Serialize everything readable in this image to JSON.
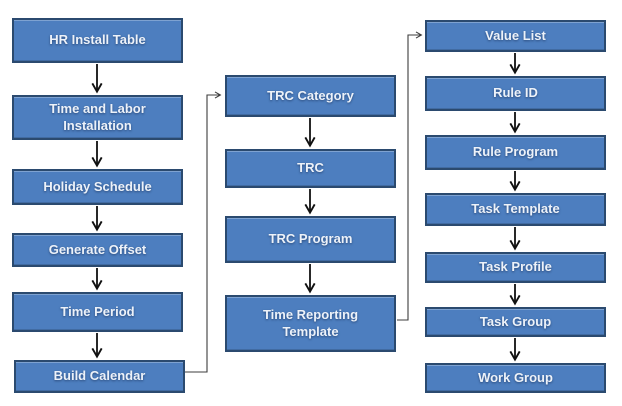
{
  "diagram": {
    "type": "flowchart",
    "flow": "top-to-bottom within each column; Build Calendar feeds TRC Category; Time Reporting Template feeds Value List",
    "flowchart": {
      "column1": [
        "HR Install Table",
        "Time and Labor\nInstallation",
        "Holiday Schedule",
        "Generate Offset",
        "Time Period",
        "Build Calendar"
      ],
      "column2": [
        "TRC Category",
        "TRC",
        "TRC Program",
        "Time Reporting\nTemplate"
      ],
      "column3": [
        "Value List",
        "Rule ID",
        "Rule Program",
        "Task Template",
        "Task Profile",
        "Task Group",
        "Work Group"
      ]
    },
    "cross_links": [
      {
        "from": "Build Calendar",
        "to": "TRC Category"
      },
      {
        "from": "Time Reporting Template",
        "to": "Value List"
      }
    ]
  },
  "colors": {
    "background": "#ffffff",
    "box_fill": "#4d7ebf",
    "box_border": "#2b4a6f",
    "text": "#edf2f9",
    "arrow": "#111111",
    "connector": "#3d3d3d"
  }
}
